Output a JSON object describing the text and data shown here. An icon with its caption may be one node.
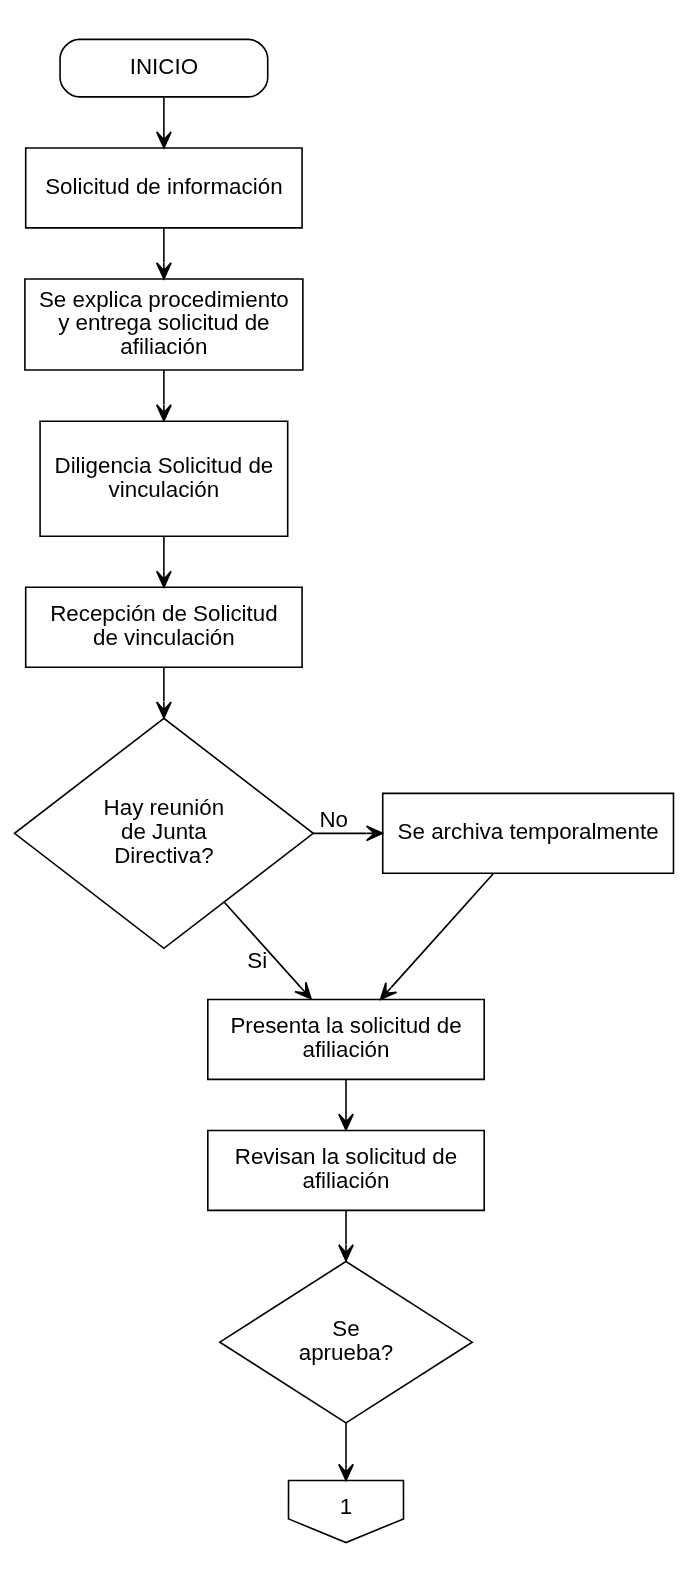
{
  "diagram": {
    "nodes": [
      {
        "text": [
          "INICIO"
        ]
      },
      {
        "text": [
          "Solicitud de información"
        ]
      },
      {
        "text": [
          "Se explica procedimiento y entrega solicitud de afiliación"
        ]
      },
      {
        "text": [
          "Diligencia Solicitud de vinculación"
        ]
      },
      {
        "text": [
          "Recepción de Solicitud de vinculación"
        ]
      },
      {
        "text": [
          "Hay reunión de Junta Directiva?"
        ]
      },
      {
        "text": [
          "Se archiva temporalmente"
        ]
      },
      {
        "text": [
          "Presenta la solicitud de afiliación"
        ]
      },
      {
        "text": [
          "Revisan la solicitud de afiliación"
        ]
      },
      {
        "text": [
          "Se aprueba?"
        ]
      },
      {
        "text": [
          "1"
        ]
      }
    ],
    "edges": [
      {
        "from": 0,
        "to": 1,
        "arrow": "to"
      },
      {
        "from": 1,
        "to": 2,
        "arrow": "to"
      },
      {
        "from": 2,
        "to": 3,
        "arrow": "to"
      },
      {
        "from": 3,
        "to": 4,
        "arrow": "to"
      },
      {
        "from": 4,
        "to": 5,
        "arrow": "to"
      },
      {
        "from": 5,
        "to": 6,
        "arrow": "to",
        "label": "No"
      },
      {
        "from": 5,
        "to": 7,
        "arrow": "to",
        "label": "Si"
      },
      {
        "from": 6,
        "to": 7,
        "arrow": "to"
      },
      {
        "from": 7,
        "to": 8,
        "arrow": "to"
      },
      {
        "from": 8,
        "to": 9,
        "arrow": "to"
      },
      {
        "from": 9,
        "to": 10,
        "arrow": "to"
      }
    ]
  }
}
